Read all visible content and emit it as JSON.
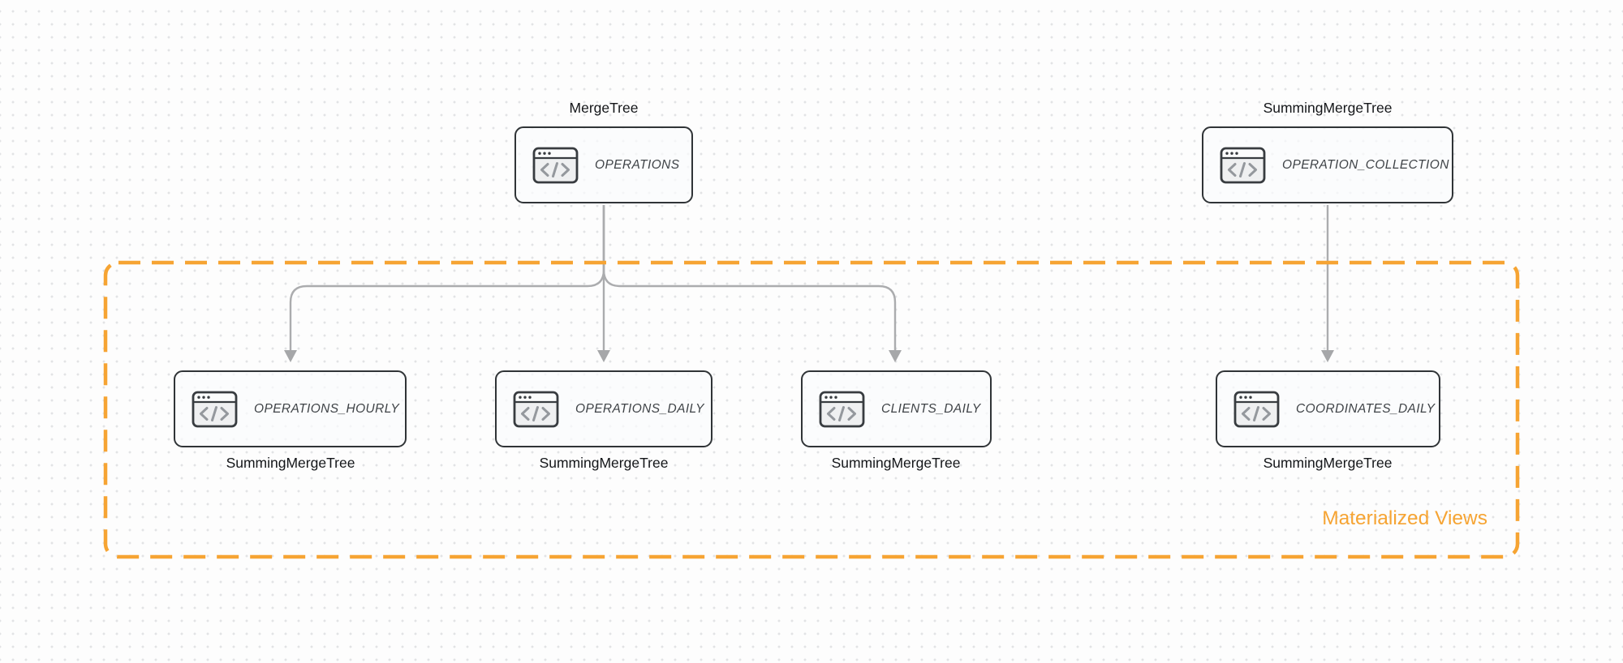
{
  "diagram": {
    "group_label": "Materialized Views",
    "nodes": {
      "operations": {
        "name": "OPERATIONS",
        "engine": "MergeTree"
      },
      "operation_collection": {
        "name": "OPERATION_COLLECTION",
        "engine": "SummingMergeTree"
      },
      "operations_hourly": {
        "name": "OPERATIONS_HOURLY",
        "engine": "SummingMergeTree"
      },
      "operations_daily": {
        "name": "OPERATIONS_DAILY",
        "engine": "SummingMergeTree"
      },
      "clients_daily": {
        "name": "CLIENTS_DAILY",
        "engine": "SummingMergeTree"
      },
      "coordinates_daily": {
        "name": "COORDINATES_DAILY",
        "engine": "SummingMergeTree"
      }
    },
    "edges": [
      {
        "from": "OPERATIONS",
        "to": "OPERATIONS_HOURLY"
      },
      {
        "from": "OPERATIONS",
        "to": "OPERATIONS_DAILY"
      },
      {
        "from": "OPERATIONS",
        "to": "CLIENTS_DAILY"
      },
      {
        "from": "OPERATION_COLLECTION",
        "to": "COORDINATES_DAILY"
      }
    ],
    "icons": {
      "node_icon": "code-window-icon"
    },
    "colors": {
      "accent_orange": "#F6A433",
      "node_border": "#303437",
      "arrow_gray": "#ABACAE",
      "engine_label_text": "#141619",
      "node_label_text": "#3F4347"
    }
  }
}
